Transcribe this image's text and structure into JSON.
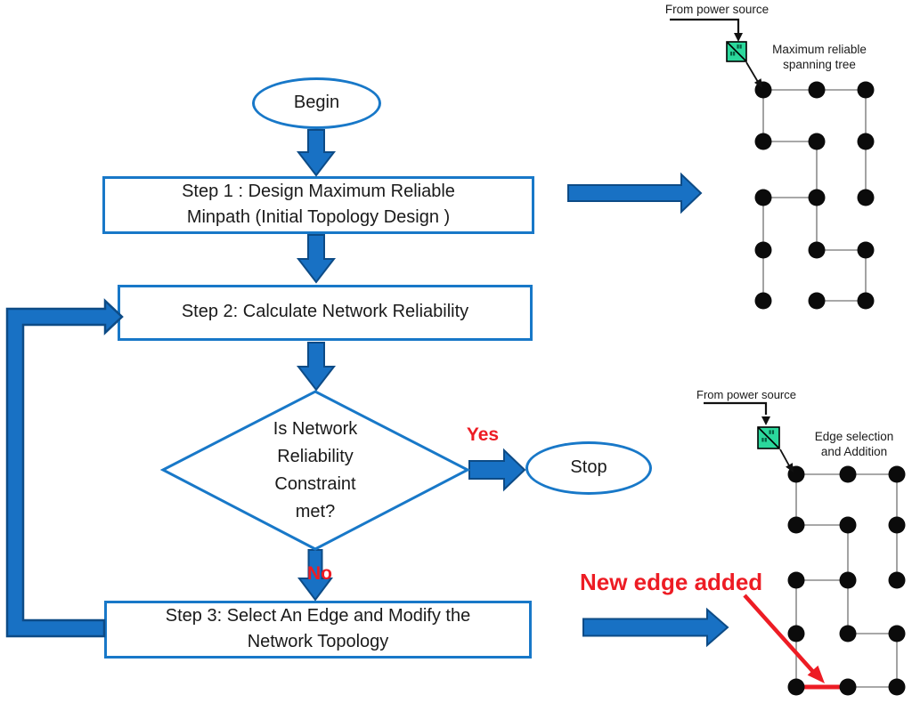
{
  "colors": {
    "shape_outline": "#1878C8",
    "arrow_fill": "#1871C4",
    "arrow_border": "#0D4B86",
    "red": "#ED1C24",
    "green_fill": "#2BD89C",
    "node_black": "#0B0B0B",
    "edge_gray": "#8C8C8C",
    "black_line": "#111111",
    "text": "#1A1A1A"
  },
  "flowchart": {
    "begin_label": "Begin",
    "step1_lines": [
      "Step 1 : Design Maximum Reliable",
      "Minpath (Initial Topology Design )"
    ],
    "step2_label": "Step 2: Calculate Network Reliability",
    "decision_lines": [
      "Is Network",
      "Reliability",
      "Constraint",
      "met?"
    ],
    "yes_label": "Yes",
    "no_label": "No",
    "stop_label": "Stop",
    "step3_lines": [
      "Step 3: Select An Edge and Modify the",
      "Network Topology"
    ]
  },
  "annotations": {
    "new_edge_label": "New edge added"
  },
  "diagrams": {
    "top": {
      "source_label": "From power source",
      "caption_lines": [
        "Maximum reliable",
        "spanning tree"
      ],
      "cols": [
        857,
        917,
        972
      ],
      "rows": [
        101,
        159,
        222,
        281,
        338
      ],
      "edges": [
        [
          0,
          1
        ],
        [
          1,
          2
        ],
        [
          0,
          3
        ],
        [
          2,
          5
        ],
        [
          3,
          4
        ],
        [
          4,
          7
        ],
        [
          5,
          8
        ],
        [
          6,
          7
        ],
        [
          6,
          9
        ],
        [
          7,
          10
        ],
        [
          10,
          11
        ],
        [
          9,
          12
        ],
        [
          11,
          14
        ],
        [
          13,
          14
        ]
      ]
    },
    "bottom": {
      "source_label": "From power source",
      "caption_lines": [
        "Edge selection",
        "and Addition"
      ],
      "cols": [
        894,
        952,
        1007
      ],
      "rows": [
        533,
        590,
        652,
        712,
        772
      ],
      "edges": [
        [
          0,
          1
        ],
        [
          1,
          2
        ],
        [
          0,
          3
        ],
        [
          2,
          5
        ],
        [
          3,
          4
        ],
        [
          4,
          7
        ],
        [
          5,
          8
        ],
        [
          6,
          7
        ],
        [
          6,
          9
        ],
        [
          7,
          10
        ],
        [
          10,
          11
        ],
        [
          9,
          12
        ],
        [
          11,
          14
        ],
        [
          13,
          14
        ]
      ],
      "new_edge": [
        12,
        13
      ]
    }
  }
}
